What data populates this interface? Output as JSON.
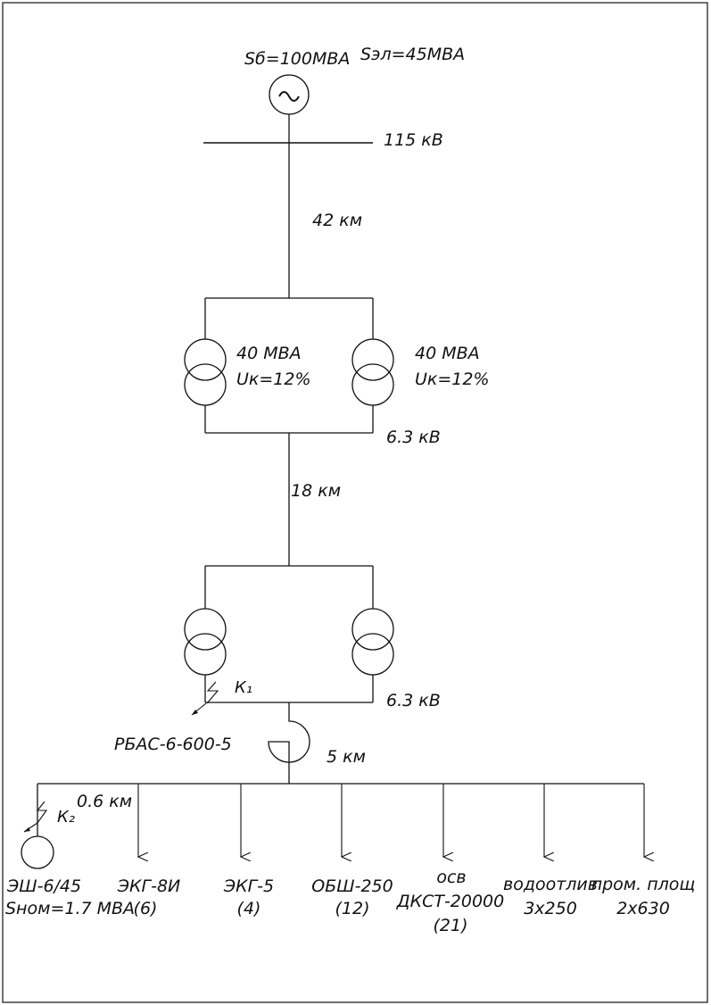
{
  "source": {
    "s_base": "Sб=100МВА",
    "s_system": "Sэл=45МВА"
  },
  "bus_115": "115 кВ",
  "line_1": "42 км",
  "substation_1": {
    "t1_power": "40 МВА",
    "t1_uk": "Uк=12%",
    "t2_power": "40 МВА",
    "t2_uk": "Uк=12%",
    "bus": "6.3 кВ"
  },
  "line_2": "18 км",
  "substation_2": {
    "bus": "6.3 кВ"
  },
  "fault_k1": "К₁",
  "reactor": "РБАС-6-600-5",
  "line_3": "5 км",
  "branch_distance": "0.6 км",
  "fault_k2": "К₂",
  "loads": [
    {
      "line1": "ЭШ-6/45",
      "line2": "Sном=1.7 МВА",
      "line3": ""
    },
    {
      "line1": "ЭКГ-8И",
      "line2": "(6)",
      "line3": ""
    },
    {
      "line1": "ЭКГ-5",
      "line2": "(4)",
      "line3": ""
    },
    {
      "line1": "ОБШ-250",
      "line2": "(12)",
      "line3": ""
    },
    {
      "line1": "осв",
      "line2": "ДКСТ-20000",
      "line3": "(21)"
    },
    {
      "line1": "водоотлив",
      "line2": "3х250",
      "line3": ""
    },
    {
      "line1": "пром. площ",
      "line2": "2х630",
      "line3": ""
    }
  ],
  "icons": {
    "generator": "ac-generator-icon",
    "transformer": "two-winding-transformer-icon",
    "reactor": "current-limiting-reactor-icon",
    "motor": "motor-icon",
    "load": "load-arrow-icon",
    "fault": "short-circuit-icon"
  }
}
